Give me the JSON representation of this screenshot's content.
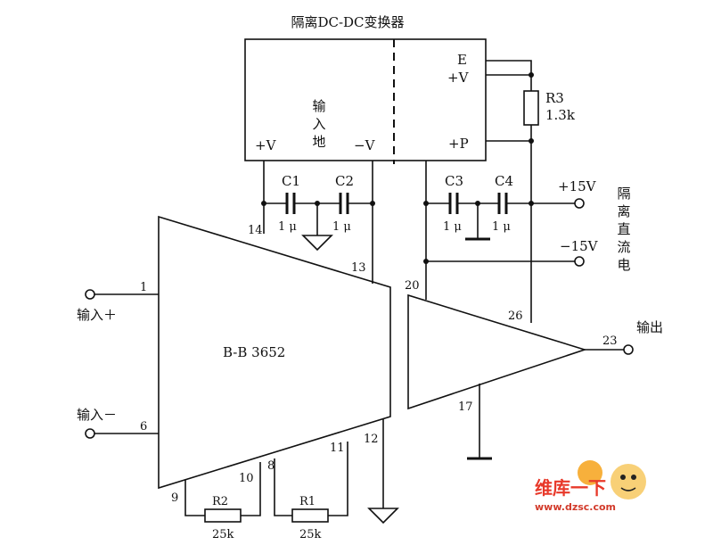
{
  "title": "隔离DC-DC变换器",
  "converter": {
    "label_e": "E",
    "label_pv": "+V",
    "label_pp": "+P",
    "label_in_pv": "+V",
    "label_in_nv": "−V",
    "input_ground": [
      "输",
      "入",
      "地"
    ]
  },
  "r3": {
    "name": "R3",
    "value": "1.3k"
  },
  "caps": [
    {
      "name": "C1",
      "value": "1 μ"
    },
    {
      "name": "C2",
      "value": "1 μ"
    },
    {
      "name": "C3",
      "value": "1 μ"
    },
    {
      "name": "C4",
      "value": "1 μ"
    }
  ],
  "supply": {
    "plus": "+15V",
    "minus": "−15V",
    "side_label": [
      "隔",
      "离",
      "直",
      "流",
      "电"
    ]
  },
  "amp": {
    "name": "B-B 3652",
    "input_plus": "输入＋",
    "input_minus": "输入－",
    "output": "输出"
  },
  "pins": {
    "p1": "1",
    "p6": "6",
    "p9": "9",
    "p10": "10",
    "p8": "8",
    "p11": "11",
    "p12": "12",
    "p13": "13",
    "p14": "14",
    "p17": "17",
    "p20": "20",
    "p23": "23",
    "p26": "26"
  },
  "r2": {
    "name": "R2",
    "value": "25k"
  },
  "r1": {
    "name": "R1",
    "value": "25k"
  },
  "watermark": {
    "brand": "维库一下",
    "url": "www.dzsc.com"
  }
}
